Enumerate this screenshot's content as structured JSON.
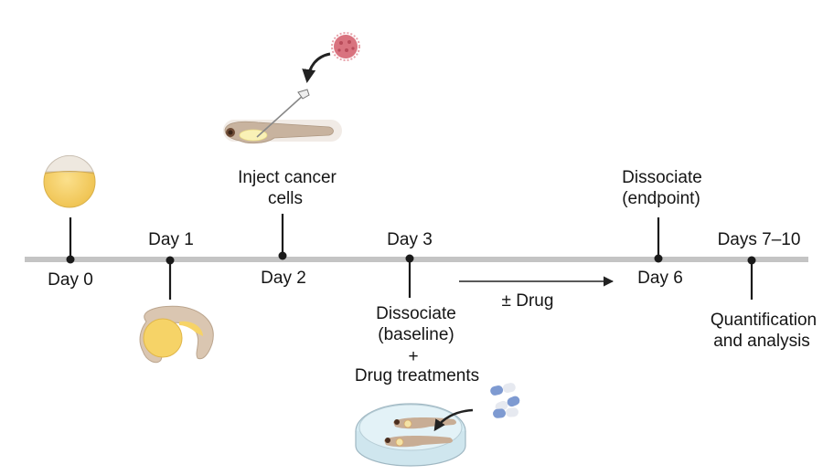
{
  "diagram": {
    "title": "Zebrafish xenograft drug-treatment timeline",
    "timeline": {
      "axis_color": "#c4c4c4",
      "marker_color": "#1a1a1a",
      "events": [
        {
          "id": "day0",
          "day_label": "Day 0",
          "description": [],
          "illustration": "zebrafish-egg"
        },
        {
          "id": "day1",
          "day_label": "Day 1",
          "description": [],
          "illustration": "zebrafish-embryo"
        },
        {
          "id": "day2",
          "day_label": "Day 2",
          "description": [
            "Inject cancer",
            "cells"
          ],
          "illustration": "larva-injection"
        },
        {
          "id": "day3",
          "day_label": "Day 3",
          "description": [
            "Dissociate",
            "(baseline)",
            "+",
            "Drug treatments"
          ],
          "illustration": "petri-dish-with-drugs"
        },
        {
          "id": "day6",
          "day_label": "Day 6",
          "description": [
            "Dissociate",
            "(endpoint)"
          ],
          "illustration": ""
        },
        {
          "id": "day7_10",
          "day_label": "Days 7–10",
          "description": [
            "Quantification",
            "and analysis"
          ],
          "illustration": ""
        }
      ]
    },
    "treatment_arrow": {
      "label": "± Drug",
      "from": "day3",
      "to": "day6"
    },
    "colors": {
      "yolk": "#f7d36b",
      "yolk_edge": "#e0b64a",
      "larva_body": "#d9c5b0",
      "larva_edge": "#b9a38c",
      "cancer_cell": "#d9737f",
      "capsule_blue": "#7e9ad1",
      "capsule_white": "#e6e9f0",
      "dish_water": "#d6ecf3",
      "dish_edge": "#9fb7c2"
    }
  }
}
